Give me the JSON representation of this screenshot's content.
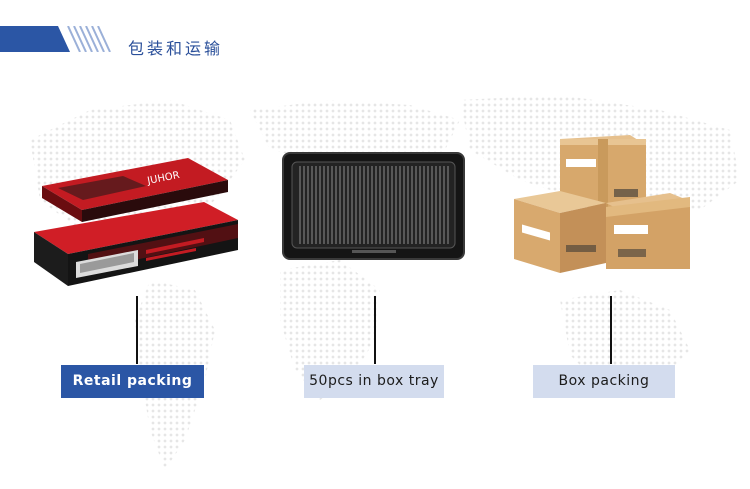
{
  "header": {
    "title": "包装和运输",
    "accent_color": "#2b56a5",
    "stripe_color": "#9bb0d8"
  },
  "packaging": [
    {
      "label": "Retail packing",
      "image_icon": "retail-box-image",
      "style": "primary"
    },
    {
      "label": "50pcs in box tray",
      "image_icon": "tray-image",
      "style": "secondary"
    },
    {
      "label": "Box packing",
      "image_icon": "carton-boxes-image",
      "style": "secondary"
    }
  ],
  "retail_box": {
    "brand_text": "JUHOR"
  }
}
